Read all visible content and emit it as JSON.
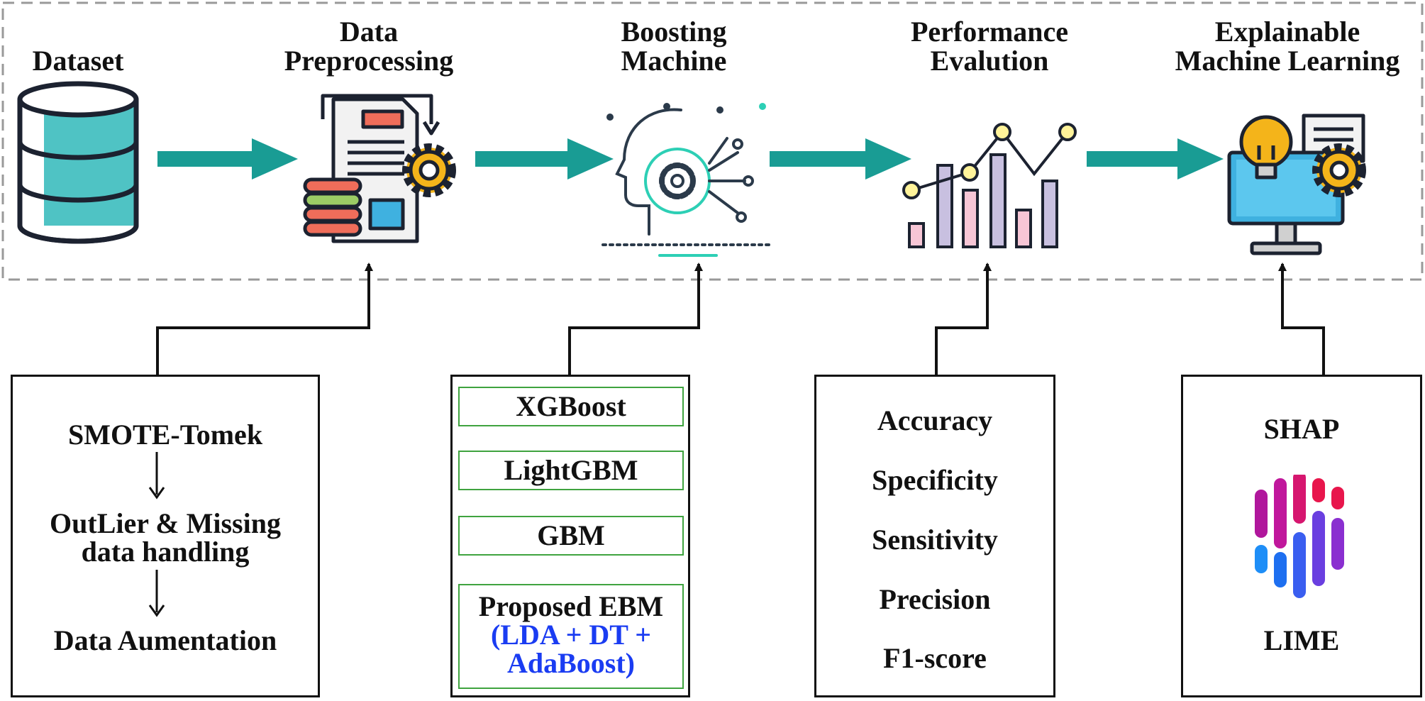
{
  "stages": [
    {
      "id": "dataset",
      "lines": [
        "Dataset"
      ]
    },
    {
      "id": "preprocessing",
      "lines": [
        "Data",
        "Preprocessing"
      ]
    },
    {
      "id": "boosting",
      "lines": [
        "Boosting",
        "Machine"
      ]
    },
    {
      "id": "evaluation",
      "lines": [
        "Performance",
        "Evalution"
      ]
    },
    {
      "id": "xml",
      "lines": [
        "Explainable",
        "Machine Learning"
      ]
    }
  ],
  "preprocessing_box": {
    "step1": "SMOTE-Tomek",
    "step2_line1": "OutLier & Missing",
    "step2_line2": "data handling",
    "step3": "Data Aumentation"
  },
  "boosting_box": {
    "models": [
      "XGBoost",
      "LightGBM",
      "GBM"
    ],
    "proposed": "Proposed EBM",
    "proposed_detail_line1": "(LDA + DT +",
    "proposed_detail_line2": "AdaBoost)"
  },
  "metrics_box": {
    "metrics": [
      "Accuracy",
      "Specificity",
      "Sensitivity",
      "Precision",
      "F1-score"
    ]
  },
  "xai_box": {
    "methods": [
      "SHAP",
      "LIME"
    ]
  },
  "colors": {
    "arrow": "#199c94",
    "db_fill": "#4fc3c4",
    "proposed_text": "#1a3cf2",
    "box_border_green": "#3fa33f",
    "dashed_border": "#999999"
  }
}
